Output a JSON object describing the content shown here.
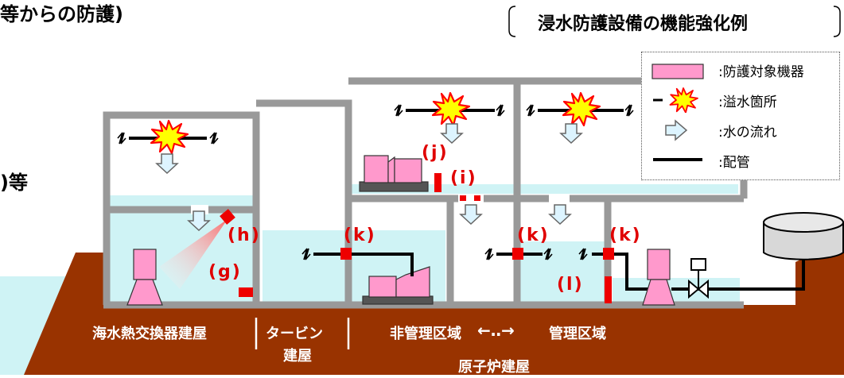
{
  "header": {
    "partial_title": "等からの防護)",
    "box_title": "浸水防護設備の機能強化例",
    "side_text": ")等"
  },
  "legend": {
    "items": [
      {
        "icon": "protected-equipment-icon",
        "label": ":防護対象機器"
      },
      {
        "icon": "flood-source-icon",
        "label": ":溢水箇所"
      },
      {
        "icon": "water-flow-arrow-icon",
        "label": ":水の流れ"
      },
      {
        "icon": "pipe-line-icon",
        "label": ":配管"
      }
    ]
  },
  "markers": {
    "h": "(h)",
    "g": "(g)",
    "j": "(j)",
    "i": "(i)",
    "k1": "(k)",
    "k2": "(k)",
    "k3": "(k)",
    "l": "(l)"
  },
  "buildings": {
    "seawater": "海水熱交換器建屋",
    "turbine_line1": "タービン",
    "turbine_line2": "建屋",
    "zone_non_controlled": "非管理区域",
    "zone_arrow": "←‥→",
    "zone_controlled": "管理区域",
    "reactor": "原子炉建屋"
  },
  "colors": {
    "ground": "#993300",
    "wall": "#999999",
    "water": "#cff3f5",
    "equipment": "#ff99cc",
    "marker": "#ee0000",
    "pipe": "#000000",
    "arrow_fill": "#ddf4ff",
    "arrow_stroke": "#777777"
  }
}
